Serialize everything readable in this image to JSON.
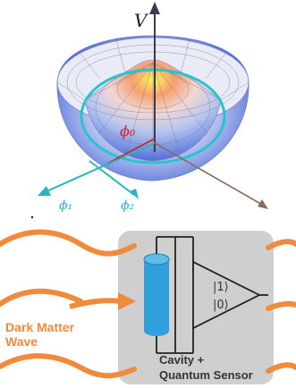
{
  "potential": {
    "axis_label": "V",
    "phi0_label": "ϕ₀",
    "phi1_label": "ϕ₁",
    "phi2_label": "ϕ₂"
  },
  "detector": {
    "wave_label_line1": "Dark Matter",
    "wave_label_line2": "Wave",
    "state_one": "|1⟩",
    "state_zero": "|0⟩",
    "caption_line1": "Cavity +",
    "caption_line2": "Quantum Sensor"
  },
  "colors": {
    "wave_orange": "#f08a3c",
    "cavity_blue": "#2fa0dc",
    "panel_gray": "#d0cfcf",
    "ring_cyan": "#27c4cf",
    "phi0_red": "#d2211a",
    "axis_teal": "#25b7bf"
  }
}
